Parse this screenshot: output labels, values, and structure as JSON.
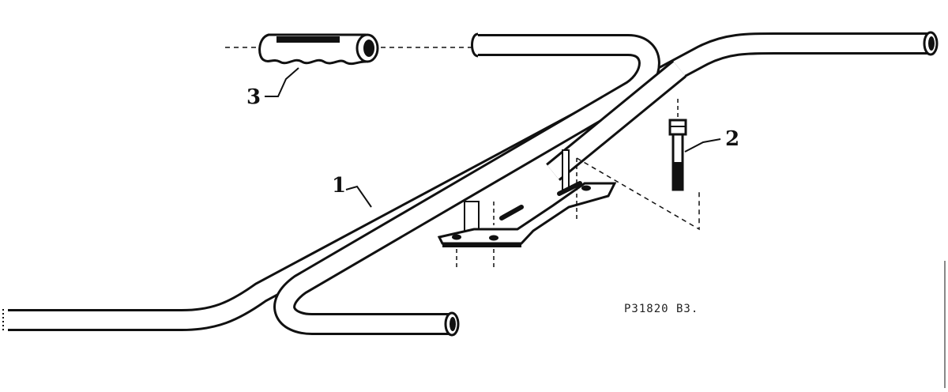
{
  "callouts": {
    "part_1": "1",
    "part_2": "2",
    "part_3": "3"
  },
  "drawing_code": "P31820 B3.",
  "colors": {
    "ink": "#111111",
    "paper": "#ffffff"
  }
}
